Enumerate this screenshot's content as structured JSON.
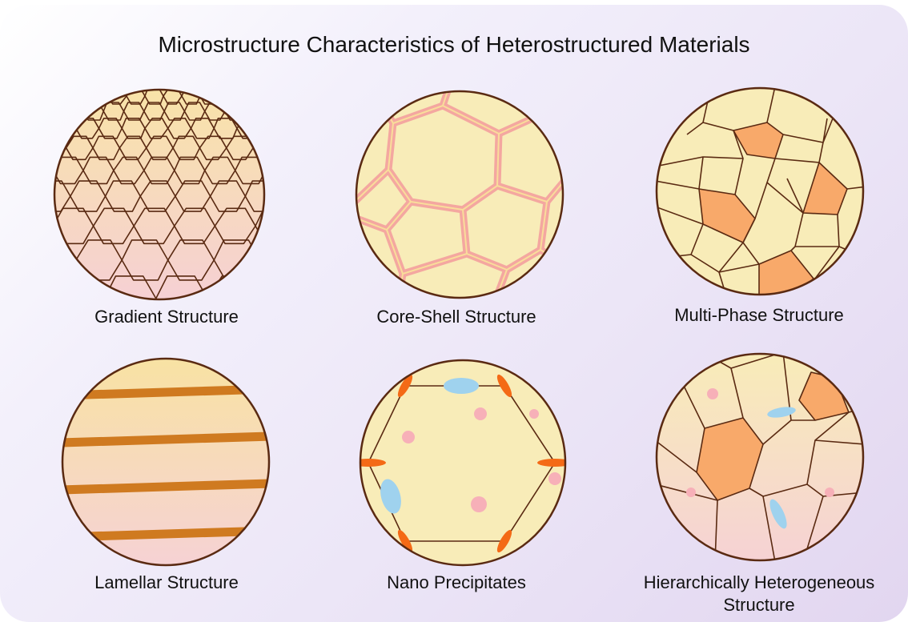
{
  "title": "Microstructure Characteristics of Heterostructured Materials",
  "panels": [
    {
      "label": "Gradient Structure"
    },
    {
      "label": "Core-Shell Structure"
    },
    {
      "label": "Multi-Phase Structure"
    },
    {
      "label": "Lamellar Structure"
    },
    {
      "label": "Nano Precipitates"
    },
    {
      "label": "Hierarchically Heterogeneous Structure"
    }
  ],
  "colors": {
    "grain_fill": "#f8ecb8",
    "boundary": "#5a2a12",
    "second_phase": "#f8a96a",
    "shell_pink": "#f4a7a0",
    "lamella": "#cf7a20",
    "precipitate_orange": "#f46a16",
    "precipitate_blue": "#9fd2ee",
    "precipitate_pink": "#f7b0b8",
    "gradient_bottom": "#f6d3d6"
  }
}
